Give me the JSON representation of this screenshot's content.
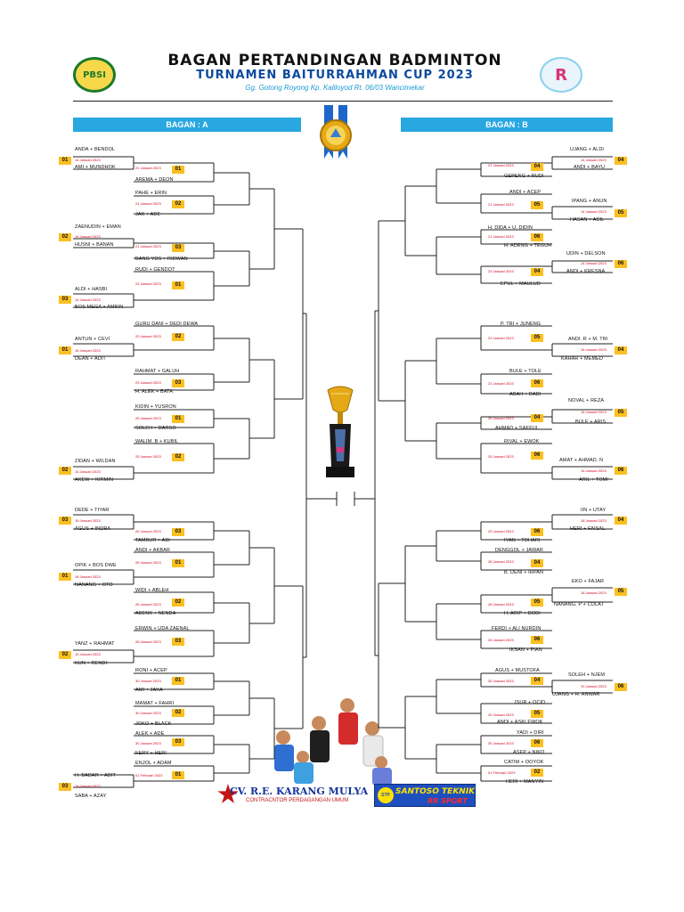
{
  "header": {
    "title": "BAGAN PERTANDINGAN BADMINTON",
    "subtitle": "TURNAMEN BAITURRAHMAN CUP 2023",
    "address": "Gg. Gotong Royong Kp. Kaliloyod Rt. 06/03 Wancimekar",
    "logo_left": "PBSI",
    "logo_right": "R"
  },
  "bagan_a": {
    "label": "BAGAN : A"
  },
  "bagan_b": {
    "label": "BAGAN : B"
  },
  "colors": {
    "header_blue": "#29a7e1",
    "box_yellow": "#fbbf20",
    "date_red": "#d0021b"
  },
  "left_names": [
    "ANDA + BENDOL",
    "AMI + MUNDHOK",
    "AREMA + DEON",
    "PAHE + ERIN",
    "JAK + ADE",
    "ZAENUDIN + EMAN",
    "HUSNI + BANAN",
    "BANG YOS + RIDWAN",
    "RUDI + GENDOT",
    "ALDI + HASBI",
    "BOS MEGA + AMRIN",
    "GURU DANI + DEDI DEWA",
    "ANTUN + CEVI",
    "DEAN + ADIT",
    "RAHMAT + GALUH",
    "H. ALEK + BATA",
    "KIDIN + YUSRON",
    "SOLEH + DARSO",
    "WALIM. B + KUBIL",
    "ZIDAN + WILDAN",
    "AKEW + KIRMIN",
    "DEDE + TIYAR",
    "AGUS + INDRA",
    "TAMBUR + ABI",
    "ANDI + AKBAR",
    "OPIK + BOS DWE",
    "NANANG + OTO",
    "WIDI + ABLEH",
    "ABENK + NENDA",
    "ERWIN + UDA ZAENAL",
    "YANZ + RAHMAT",
    "KUN + RENDI",
    "RONI + ACEP",
    "AMI + JAKA",
    "MAMAT + FAHRI",
    "JOKO + BLACK",
    "ALEK + ADE",
    "FERY + HERI",
    "ENJOL + ADAM",
    "H. BADAR + ADIT",
    "SABA + AZAY"
  ],
  "right_names": [
    "UJANG + ALDI",
    "ANDI + BAYU",
    "GEPENG + RUDI",
    "ANDI + ACEP",
    "IPANG + ANUN",
    "HASAN + ACIL",
    "H. DIDA + U. DIDIN",
    "H. ADENG + TEGUH",
    "UDIN + DELSON",
    "ANDI + KRESNA",
    "EPUL + MAULUD",
    "P. TRI + JUNENG",
    "ANDI. R + M. TRI",
    "KAHAR + MEMED",
    "BULE + TOLE",
    "ABAH + DADI",
    "NOVAL + REZA",
    "BULE + ARIS",
    "AHMAD + SAEFUL",
    "RIVAL + EWOK",
    "AMAT + AHMAD. N",
    "ARIL + TOMI",
    "IIN + UTAY",
    "HERI + FAISAL",
    "IYAN + TOHARI",
    "DENGGOL + JAWAR",
    "B. DENI + IRPAN",
    "EKO + FAJAR",
    "NANANG. P + COLAT",
    "H. ARIP + DODI",
    "FERDI + ALI NURDIN",
    "IKSAN + PIAN",
    "AGUS + MUSTOFA",
    "SOLEH + NJEM",
    "UJANG + H. ANWAR",
    "ISUR + OCID",
    "ANDI + ASKI EWOK",
    "YADI + DIRI",
    "ASEP + NIKO",
    "CATIM + OOYOK",
    "HERI + MANYIN"
  ],
  "dates": {
    "d14": "14 Januari 2023",
    "d16": "16 Januari 2023",
    "d18": "18 Januari 2023",
    "d19": "19 Januari 2023",
    "d21": "21 Januari 2023",
    "d23": "23 Januari 2023",
    "d25": "25 Januari 2023",
    "d28": "28 Januari 2023",
    "d30": "30 Januari 2023",
    "f01": "01 Februari 2023"
  },
  "nums": {
    "n01": "01",
    "n02": "02",
    "n03": "03",
    "n04": "04",
    "n05": "05",
    "n06": "06"
  },
  "sponsors": {
    "s1_name": "CV. R.E. KARANG MULYA",
    "s1_sub": "CONTRACNTOR PERDAGANGAN UMUM",
    "s2_name": "SANTOSO TEKNIK",
    "s2_sub": "RR SPORT",
    "s2_logo": "STP"
  }
}
